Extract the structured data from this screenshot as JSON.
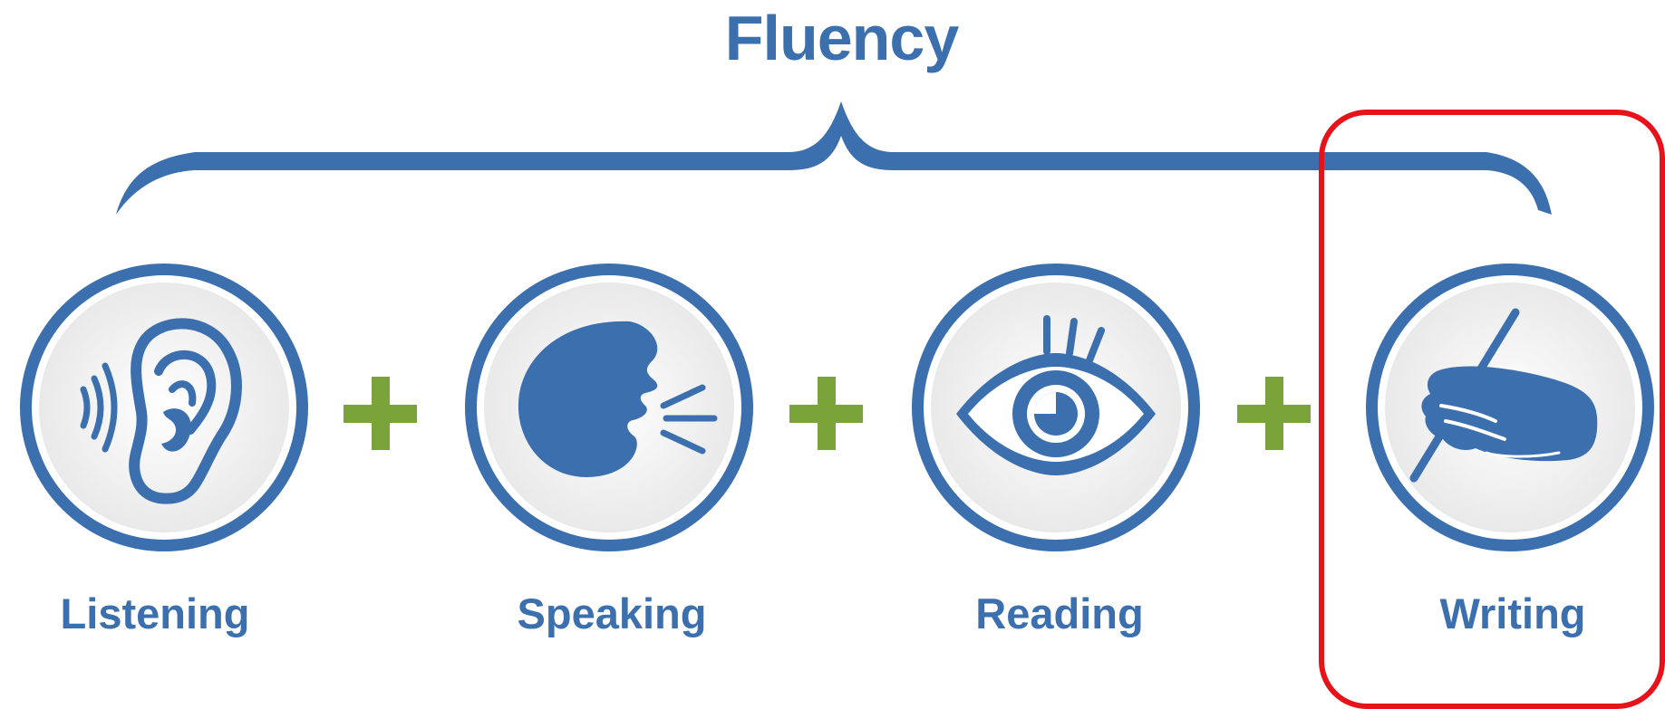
{
  "title": "Fluency",
  "skills": [
    {
      "label": "Listening",
      "icon": "ear-icon"
    },
    {
      "label": "Speaking",
      "icon": "speaking-head-icon"
    },
    {
      "label": "Reading",
      "icon": "eye-icon"
    },
    {
      "label": "Writing",
      "icon": "writing-hand-icon"
    }
  ],
  "operator": "+",
  "highlighted_skill": "Writing",
  "colors": {
    "primary_blue": "#3b6fae",
    "plus_green": "#7aa33a",
    "highlight_red": "#e8121a",
    "circle_fill": "#f4f4f4"
  }
}
